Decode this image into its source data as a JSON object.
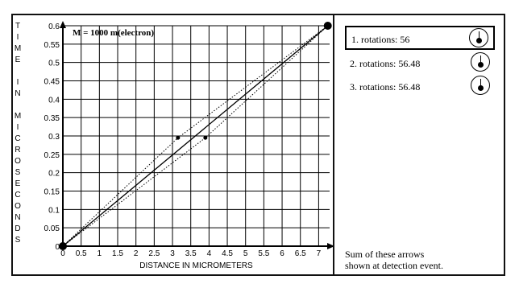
{
  "graph": {
    "mass_label": "M = 1000 m(electron)",
    "x_title": "DISTANCE IN MICROMETERS",
    "y_title_letters": [
      "T",
      "I",
      "M",
      "E",
      "",
      "I",
      "N",
      "",
      "M",
      "I",
      "C",
      "R",
      "O",
      "S",
      "E",
      "C",
      "O",
      "N",
      "D",
      "S"
    ],
    "x_ticks": [
      "0",
      "0.5",
      "1",
      "1.5",
      "2",
      "2.5",
      "3",
      "3.5",
      "4",
      "4.5",
      "5",
      "5.5",
      "6",
      "6.5",
      "7"
    ],
    "y_ticks": [
      "0",
      "0.05",
      "0.1",
      "0.15",
      "0.2",
      "0.25",
      "0.3",
      "0.35",
      "0.4",
      "0.45",
      "0.5",
      "0.55",
      "0.6"
    ]
  },
  "chart_data": {
    "type": "line",
    "xlabel": "DISTANCE IN MICROMETERS",
    "ylabel": "TIME IN MICROSECONDS",
    "xlim": [
      0,
      7.3
    ],
    "ylim": [
      0,
      0.6
    ],
    "grid": true,
    "series": [
      {
        "x": [
          0,
          7.25
        ],
        "y": [
          0,
          0.6
        ]
      },
      {
        "x": [
          0,
          3.15,
          7.25
        ],
        "y": [
          0,
          0.295,
          0.6
        ]
      },
      {
        "x": [
          0,
          3.9,
          7.25
        ],
        "y": [
          0,
          0.295,
          0.6
        ]
      }
    ],
    "points": [
      {
        "x": 0,
        "y": 0
      },
      {
        "x": 7.25,
        "y": 0.6
      },
      {
        "x": 3.15,
        "y": 0.295
      },
      {
        "x": 3.9,
        "y": 0.295
      }
    ]
  },
  "rotations": [
    {
      "label": "1. rotations: 56",
      "selected": true
    },
    {
      "label": "2. rotations: 56.48",
      "selected": false
    },
    {
      "label": "3. rotations: 56.48",
      "selected": false
    }
  ],
  "sum_note": [
    "Sum of these arrows",
    "shown at detection event."
  ]
}
